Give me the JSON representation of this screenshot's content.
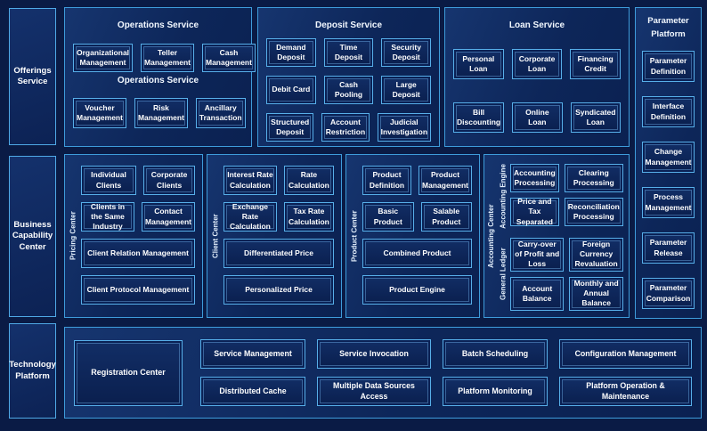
{
  "colors": {
    "background": "#0A1B45",
    "panel_fill": "#0D2659",
    "panel_border": "#3E9CDB",
    "box_border": "#57AFE9",
    "box_fill": "#0A1F4E",
    "text": "#FFFFFF"
  },
  "sidebar": {
    "offerings": "Offerings Service",
    "business": "Business Capability Center",
    "technology": "Technology Platform"
  },
  "panels": {
    "operations": {
      "title": "Operations Service",
      "mid_label": "Operations Service",
      "row1": [
        "Organizational Management",
        "Teller Management",
        "Cash Management"
      ],
      "row2": [
        "Voucher Management",
        "Risk Management",
        "Ancillary Transaction"
      ]
    },
    "deposit": {
      "title": "Deposit Service",
      "boxes": [
        "Demand Deposit",
        "Time Deposit",
        "Security Deposit",
        "Debit Card",
        "Cash Pooling",
        "Large Deposit",
        "Structured Deposit",
        "Account Restriction",
        "Judicial Investigation"
      ]
    },
    "loan": {
      "title": "Loan Service",
      "row1": [
        "Personal Loan",
        "Corporate Loan",
        "Financing Credit"
      ],
      "row2": [
        "Bill Discounting",
        "Online Loan",
        "Syndicated Loan"
      ]
    },
    "parameter": {
      "title_line1": "Parameter",
      "title_line2": "Platform",
      "boxes": [
        "Parameter Definition",
        "Interface Definition",
        "Change Management",
        "Process Management",
        "Parameter Release",
        "Parameter Comparison"
      ]
    },
    "pricing": {
      "label": "Pricing Center",
      "small": [
        "Individual Clients",
        "Corporate Clients",
        "Clients in the Same Industry",
        "Contact Management"
      ],
      "wide": [
        "Client Relation Management",
        "Client Protocol Management"
      ]
    },
    "client": {
      "label": "Client Center",
      "small": [
        "Interest Rate Calculation",
        "Rate Calculation",
        "Exchange Rate Calculation",
        "Tax Rate Calculation"
      ],
      "wide": [
        "Differentiated Price",
        "Personalized Price"
      ]
    },
    "product": {
      "label": "Product Center",
      "small": [
        "Product Definition",
        "Product Management",
        "Basic Product",
        "Salable Product"
      ],
      "wide": [
        "Combined Product",
        "Product Engine"
      ]
    },
    "accounting": {
      "label": "Accounting Center",
      "engine": {
        "label": "Accounting Engine",
        "boxes": [
          "Accounting Processing",
          "Clearing Processing",
          "Price and Tax Separated",
          "Reconciliation Processing"
        ]
      },
      "ledger": {
        "label": "General Ledger",
        "boxes": [
          "Carry-over of Profit and Loss",
          "Foreign Currency Revaluation",
          "Account Balance",
          "Monthly and Annual Balance"
        ]
      }
    },
    "bottom": {
      "registration": "Registration Center",
      "row1": [
        "Service Management",
        "Service Invocation",
        "Batch Scheduling",
        "Configuration Management"
      ],
      "row2": [
        "Distributed Cache",
        "Multiple Data Sources Access",
        "Platform Monitoring",
        "Platform Operation & Maintenance"
      ]
    }
  }
}
